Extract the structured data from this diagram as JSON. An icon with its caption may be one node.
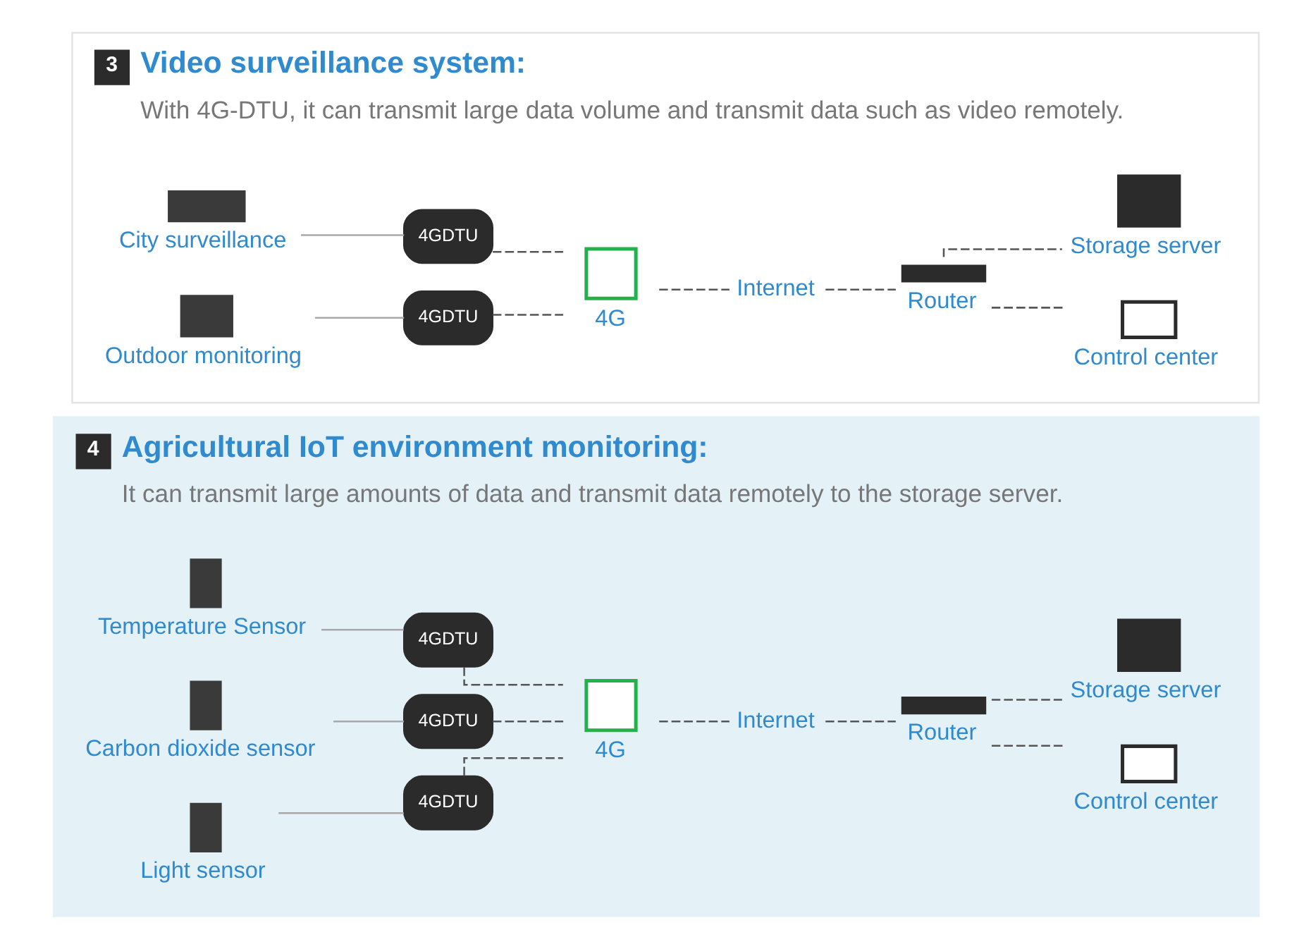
{
  "diagram": {
    "nodes": [
      {
        "text": [
          "3",
          "Video surveillance system:",
          "With 4G-DTU, it can transmit large data volume and transmit data such as video remotely."
        ]
      },
      {
        "text": [
          "City surveillance"
        ],
        "in": 0
      },
      {
        "text": [
          "4GDTU"
        ],
        "in": 0
      },
      {
        "text": [
          "Outdoor monitoring"
        ],
        "in": 0
      },
      {
        "text": [
          "4GDTU"
        ],
        "in": 0
      },
      {
        "text": [
          "4G"
        ],
        "in": 0
      },
      {
        "text": [
          "Internet"
        ],
        "in": 0
      },
      {
        "text": [
          "Router"
        ],
        "in": 0
      },
      {
        "text": [
          "Storage server"
        ],
        "in": 0
      },
      {
        "text": [
          "Control center"
        ],
        "in": 0
      },
      {
        "text": [
          "4",
          "Agricultural IoT environment monitoring:",
          "It can transmit large amounts of data and transmit data remotely to the storage server."
        ]
      },
      {
        "text": [
          "Temperature Sensor"
        ],
        "in": 10
      },
      {
        "text": [
          "4GDTU"
        ],
        "in": 10
      },
      {
        "text": [
          "Carbon dioxide sensor"
        ],
        "in": 10
      },
      {
        "text": [
          "4GDTU"
        ],
        "in": 10
      },
      {
        "text": [
          "Light sensor"
        ],
        "in": 10
      },
      {
        "text": [
          "4GDTU"
        ],
        "in": 10
      },
      {
        "text": [
          "4G"
        ],
        "in": 10
      },
      {
        "text": [
          "Internet"
        ],
        "in": 10
      },
      {
        "text": [
          "Router"
        ],
        "in": 10
      },
      {
        "text": [
          "Storage server"
        ],
        "in": 10
      },
      {
        "text": [
          "Control center"
        ],
        "in": 10
      }
    ],
    "edges": [
      {
        "from": 1,
        "to": 2,
        "arrow": "none",
        "color": "#a8a8a8"
      },
      {
        "from": 2,
        "to": 5,
        "arrow": "none",
        "style": "dashed"
      },
      {
        "from": 3,
        "to": 4,
        "arrow": "none",
        "color": "#a8a8a8"
      },
      {
        "from": 4,
        "to": 5,
        "arrow": "none",
        "style": "dashed"
      },
      {
        "from": 5,
        "to": 6,
        "arrow": "none",
        "style": "dashed"
      },
      {
        "from": 6,
        "to": 7,
        "arrow": "none",
        "style": "dashed"
      },
      {
        "from": 7,
        "to": 8,
        "arrow": "none",
        "style": "dashed"
      },
      {
        "from": 7,
        "to": 9,
        "arrow": "none",
        "style": "dashed"
      },
      {
        "from": 11,
        "to": 12,
        "arrow": "none",
        "color": "#a8a8a8"
      },
      {
        "from": 12,
        "to": 17,
        "arrow": "none",
        "style": "dashed"
      },
      {
        "from": 13,
        "to": 14,
        "arrow": "none",
        "color": "#a8a8a8"
      },
      {
        "from": 14,
        "to": 17,
        "arrow": "none",
        "style": "dashed"
      },
      {
        "from": 15,
        "to": 16,
        "arrow": "none",
        "color": "#a8a8a8"
      },
      {
        "from": 16,
        "to": 17,
        "arrow": "none",
        "style": "dashed"
      },
      {
        "from": 17,
        "to": 18,
        "arrow": "none",
        "style": "dashed"
      },
      {
        "from": 18,
        "to": 19,
        "arrow": "none",
        "style": "dashed"
      },
      {
        "from": 19,
        "to": 20,
        "arrow": "none",
        "style": "dashed"
      },
      {
        "from": 19,
        "to": 21,
        "arrow": "none",
        "style": "dashed"
      }
    ]
  }
}
